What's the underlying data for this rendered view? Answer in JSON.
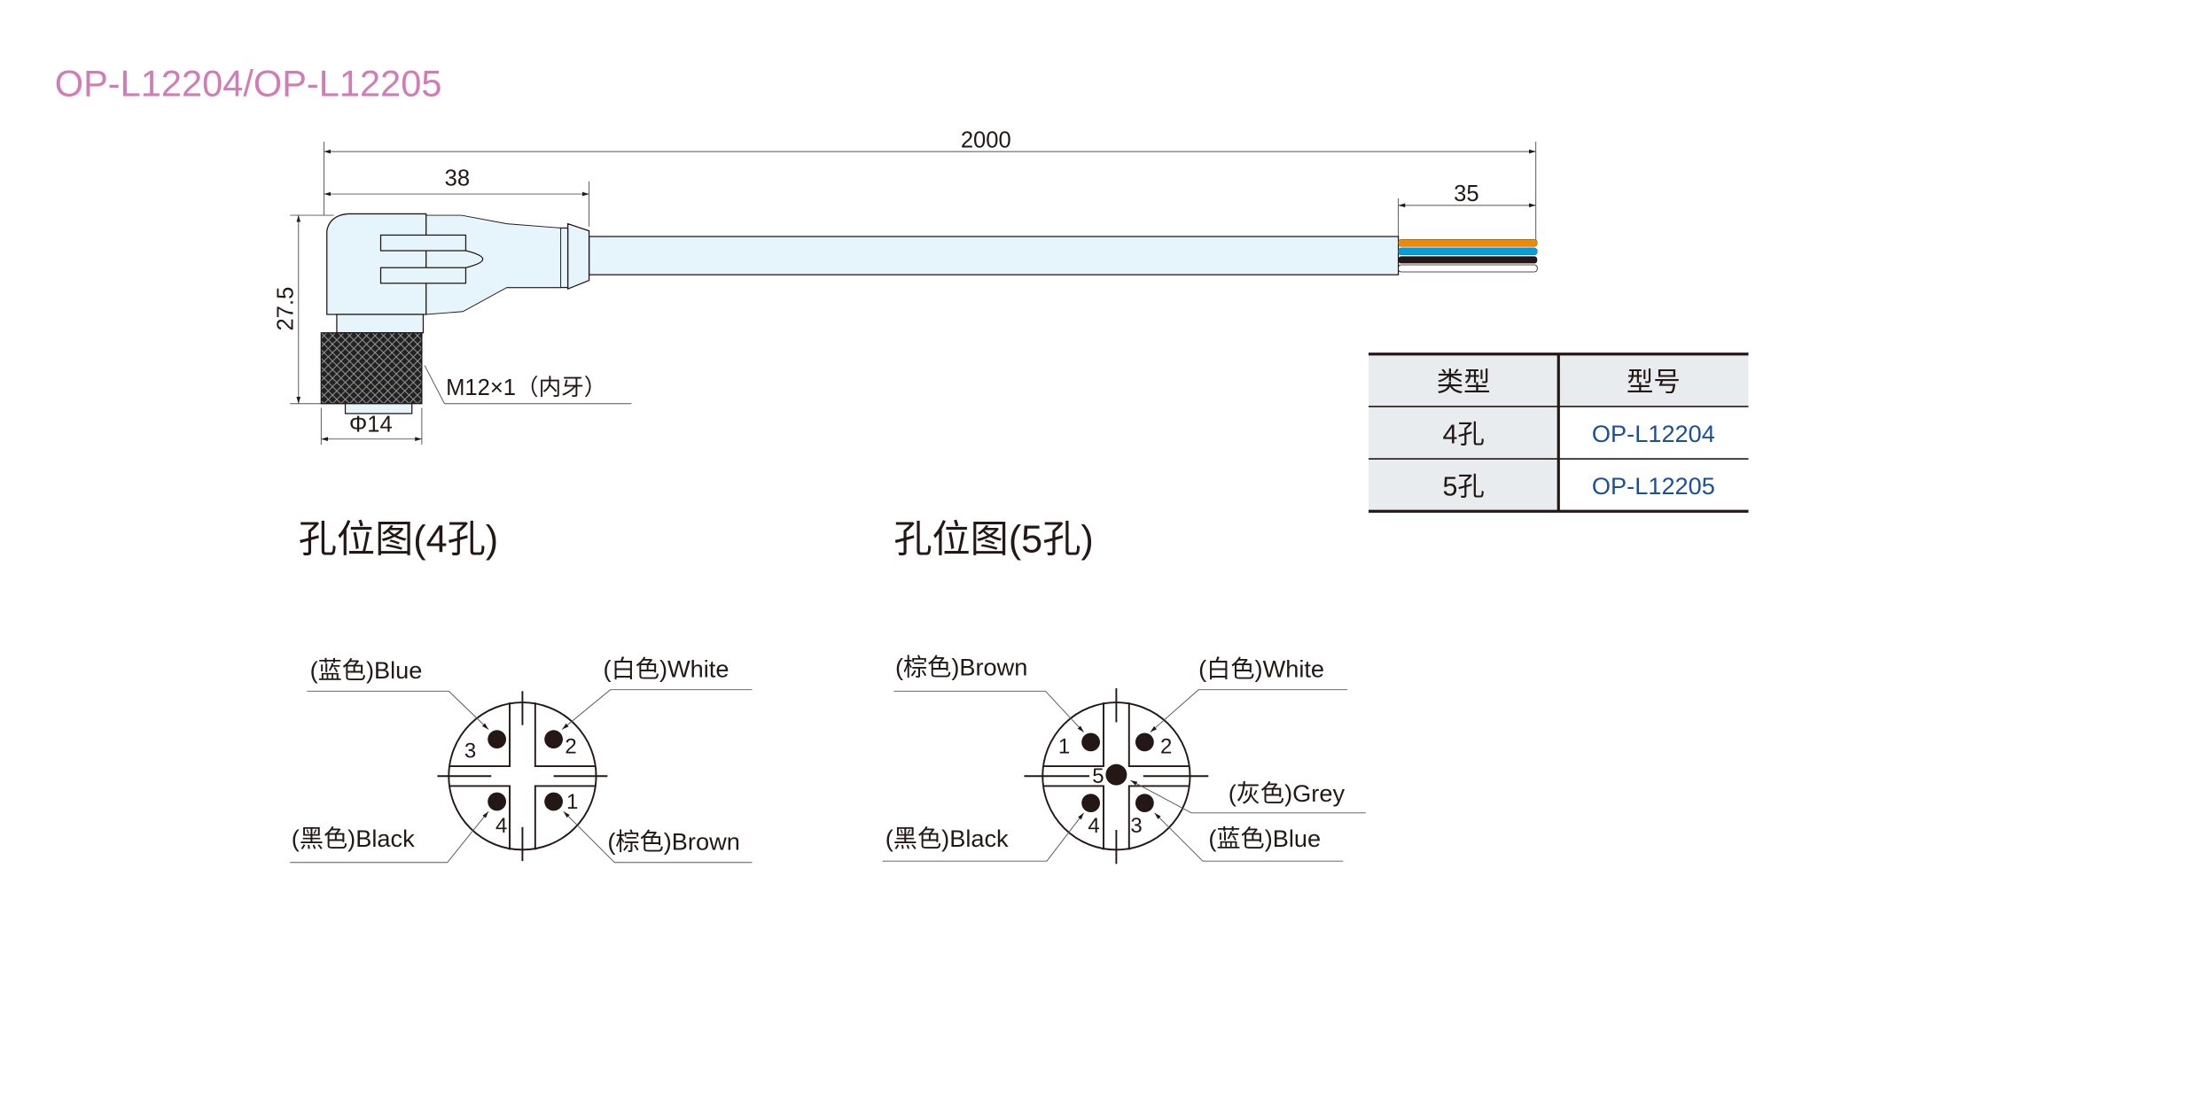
{
  "title": "OP-L12204/OP-L12205",
  "colors": {
    "title": "#d27bb5",
    "model": "#1a4f9c",
    "body": "#e6f4fb",
    "wire_orange": "#ee8a00",
    "wire_blue": "#00a0e0",
    "wire_black": "#231815",
    "table_bg": "#e8ecef"
  },
  "dimensions": {
    "total_length": "2000",
    "head_length": "38",
    "strip_length": "35",
    "height": "27.5",
    "diameter": "Φ14",
    "thread": "M12×1（内牙）"
  },
  "table": {
    "headers": [
      "类型",
      "型号"
    ],
    "rows": [
      {
        "type": "4孔",
        "model": "OP-L12204"
      },
      {
        "type": "5孔",
        "model": "OP-L12205"
      }
    ]
  },
  "pin4": {
    "heading": "孔位图(4孔)",
    "pins": {
      "p1": "1",
      "p2": "2",
      "p3": "3",
      "p4": "4"
    },
    "labels": {
      "p1": "(棕色)Brown",
      "p2": "(白色)White",
      "p3": "(蓝色)Blue",
      "p4": "(黑色)Black"
    }
  },
  "pin5": {
    "heading": "孔位图(5孔)",
    "pins": {
      "p1": "1",
      "p2": "2",
      "p3": "3",
      "p4": "4",
      "p5": "5"
    },
    "labels": {
      "p1": "(棕色)Brown",
      "p2": "(白色)White",
      "p3": "(蓝色)Blue",
      "p4": "(黑色)Black",
      "p5": "(灰色)Grey"
    }
  }
}
